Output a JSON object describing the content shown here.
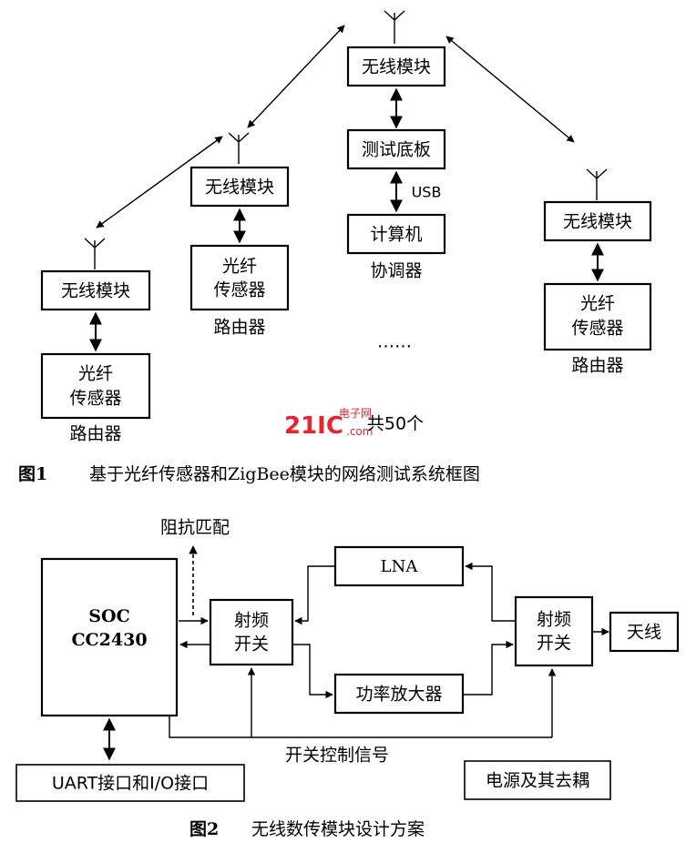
{
  "figure1": {
    "caption_label": "图1",
    "caption_text": "基于光纤传感器和ZigBee模块的网络测试系统框图",
    "coordinator": {
      "wireless": "无线模块",
      "board": "测试底板",
      "usb": "USB",
      "computer": "计算机",
      "label": "协调器"
    },
    "router_left": {
      "wireless": "无线模块",
      "sensor_l1": "光纤",
      "sensor_l2": "传感器",
      "label": "路由器"
    },
    "router_mid": {
      "wireless": "无线模块",
      "sensor_l1": "光纤",
      "sensor_l2": "传感器",
      "label": "路由器"
    },
    "router_right": {
      "wireless": "无线模块",
      "sensor_l1": "光纤",
      "sensor_l2": "传感器",
      "label": "路由器"
    },
    "ellipsis": "……",
    "total": "共50个",
    "watermark": "21IC",
    "watermark_sub": "电子网",
    "watermark_dom": ".com"
  },
  "figure2": {
    "caption_label": "图2",
    "caption_text": "无线数传模块设计方案",
    "impedance": "阻抗匹配",
    "soc_l1": "SOC",
    "soc_l2": "CC2430",
    "rf_switch_l1": "射频",
    "rf_switch_l2": "开关",
    "lna": "LNA",
    "pa": "功率放大器",
    "antenna": "天线",
    "switch_ctrl": "开关控制信号",
    "uart": "UART接口和I/O接口",
    "power": "电源及其去耦"
  }
}
